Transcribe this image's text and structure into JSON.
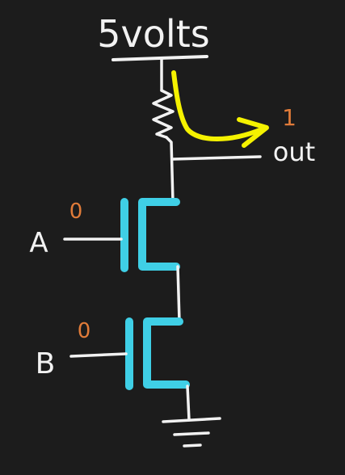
{
  "diagram": {
    "supply_label": "5volts",
    "output_label": "out",
    "output_value": "1",
    "input_a_label": "A",
    "input_a_value": "0",
    "input_b_label": "B",
    "input_b_value": "0"
  },
  "colors": {
    "background": "#1c1c1c",
    "wire": "#f2f2f2",
    "transistor": "#3fcfe6",
    "current_arrow": "#f5f200",
    "logic_value": "#e07b39"
  }
}
